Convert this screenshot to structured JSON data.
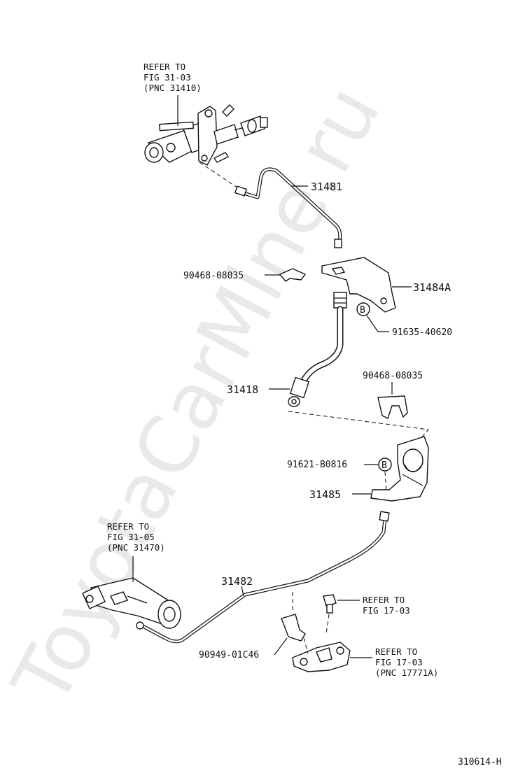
{
  "watermark": "ToyotaCarMine.ru",
  "diagram_code": "310614-H",
  "refs": {
    "master": [
      "REFER TO",
      "FIG 31-03",
      "(PNC 31410)"
    ],
    "release": [
      "REFER TO",
      "FIG 31-05",
      "(PNC 31470)"
    ],
    "bolt": [
      "REFER TO",
      "FIG 17-03"
    ],
    "bracket": [
      "REFER TO",
      "FIG 17-03",
      "(PNC 17771A)"
    ]
  },
  "parts": {
    "p31481": "31481",
    "p31484a": "31484A",
    "p31418": "31418",
    "p31485": "31485",
    "p31482": "31482",
    "clip1": "90468-08035",
    "clip2": "90468-08035",
    "bolt1": "91635-40620",
    "bolt2": "91621-B0816",
    "clamp": "90949-01C46"
  },
  "markers": {
    "b1": "B",
    "b2": "B"
  }
}
